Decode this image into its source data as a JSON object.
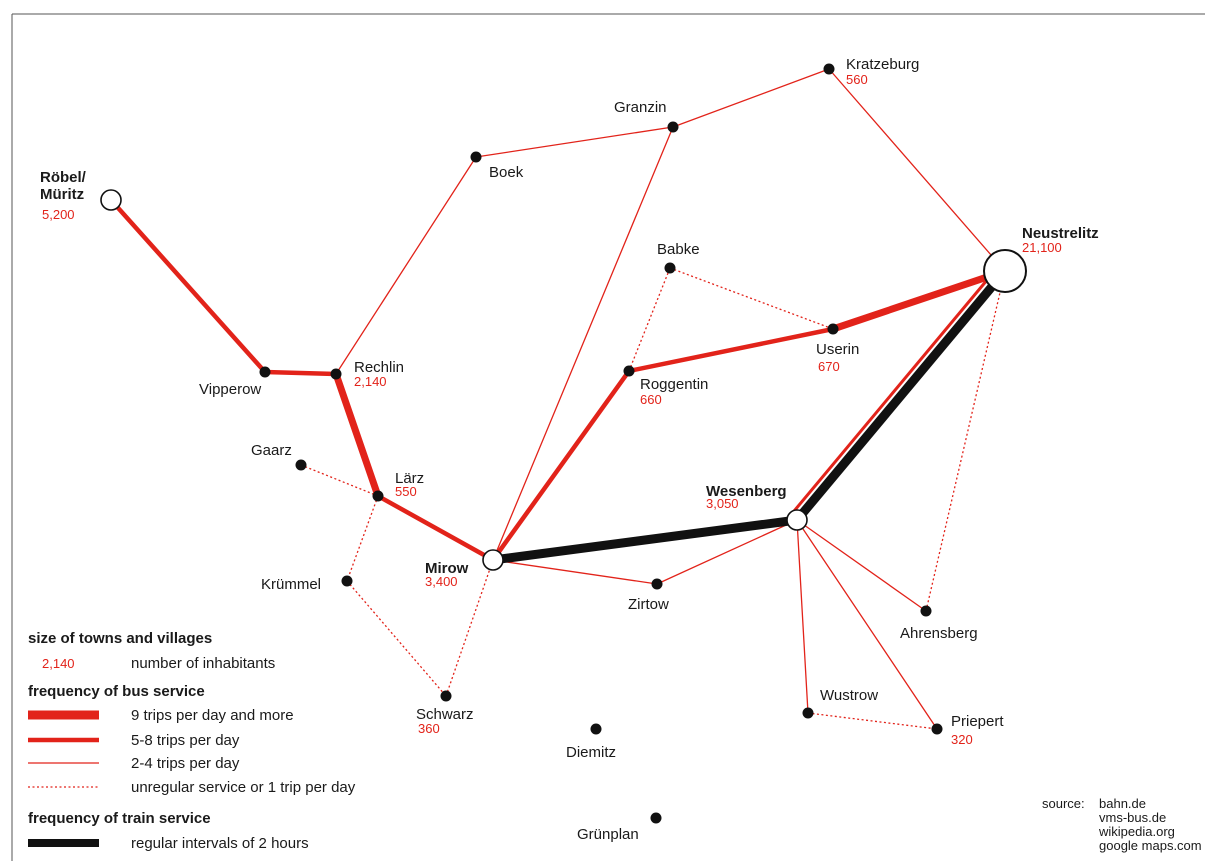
{
  "colors": {
    "bus": "#e2231a",
    "train": "#111111",
    "dot": "#111111",
    "frame": "#555555"
  },
  "places": [
    {
      "id": "robel",
      "name": "Röbel/\nMüritz",
      "pop": "5,200",
      "size": "town",
      "bold": true
    },
    {
      "id": "kratzeburg",
      "name": "Kratzeburg",
      "pop": "560",
      "size": "village",
      "bold": false
    },
    {
      "id": "granzin",
      "name": "Granzin",
      "pop": "",
      "size": "village",
      "bold": false
    },
    {
      "id": "boek",
      "name": "Boek",
      "pop": "",
      "size": "village",
      "bold": false
    },
    {
      "id": "babke",
      "name": "Babke",
      "pop": "",
      "size": "village",
      "bold": false
    },
    {
      "id": "neustrelitz",
      "name": "Neustrelitz",
      "pop": "21,100",
      "size": "city",
      "bold": true
    },
    {
      "id": "userin",
      "name": "Userin",
      "pop": "670",
      "size": "village",
      "bold": false
    },
    {
      "id": "roggentin",
      "name": "Roggentin",
      "pop": "660",
      "size": "village",
      "bold": false
    },
    {
      "id": "vipperow",
      "name": "Vipperow",
      "pop": "",
      "size": "village",
      "bold": false
    },
    {
      "id": "rechlin",
      "name": "Rechlin",
      "pop": "2,140",
      "size": "village",
      "bold": false
    },
    {
      "id": "gaarz",
      "name": "Gaarz",
      "pop": "",
      "size": "village",
      "bold": false
    },
    {
      "id": "larz",
      "name": "Lärz",
      "pop": "550",
      "size": "village",
      "bold": false
    },
    {
      "id": "wesenberg",
      "name": "Wesenberg",
      "pop": "3,050",
      "size": "town",
      "bold": true
    },
    {
      "id": "mirow",
      "name": "Mirow",
      "pop": "3,400",
      "size": "town",
      "bold": true
    },
    {
      "id": "krummel",
      "name": "Krümmel",
      "pop": "",
      "size": "village",
      "bold": false
    },
    {
      "id": "zirtow",
      "name": "Zirtow",
      "pop": "",
      "size": "village",
      "bold": false
    },
    {
      "id": "ahrensberg",
      "name": "Ahrensberg",
      "pop": "",
      "size": "village",
      "bold": false
    },
    {
      "id": "wustrow",
      "name": "Wustrow",
      "pop": "",
      "size": "village",
      "bold": false
    },
    {
      "id": "priepert",
      "name": "Priepert",
      "pop": "320",
      "size": "village",
      "bold": false
    },
    {
      "id": "schwarz",
      "name": "Schwarz",
      "pop": "360",
      "size": "village",
      "bold": false
    },
    {
      "id": "diemitz",
      "name": "Diemitz",
      "pop": "",
      "size": "village",
      "bold": false
    },
    {
      "id": "grunplan",
      "name": "Grünplan",
      "pop": "",
      "size": "village",
      "bold": false
    }
  ],
  "connections": [
    {
      "from": "robel",
      "to": "vipperow",
      "type": "bus-5-8"
    },
    {
      "from": "vipperow",
      "to": "rechlin",
      "type": "bus-5-8"
    },
    {
      "from": "rechlin",
      "to": "larz",
      "type": "bus-9plus"
    },
    {
      "from": "larz",
      "to": "mirow",
      "type": "bus-5-8"
    },
    {
      "from": "rechlin",
      "to": "boek",
      "type": "bus-2-4"
    },
    {
      "from": "boek",
      "to": "granzin",
      "type": "bus-2-4"
    },
    {
      "from": "granzin",
      "to": "kratzeburg",
      "type": "bus-2-4"
    },
    {
      "from": "kratzeburg",
      "to": "neustrelitz",
      "type": "bus-2-4"
    },
    {
      "from": "granzin",
      "to": "mirow",
      "type": "bus-2-4"
    },
    {
      "from": "mirow",
      "to": "roggentin",
      "type": "bus-5-8"
    },
    {
      "from": "roggentin",
      "to": "userin",
      "type": "bus-5-8"
    },
    {
      "from": "userin",
      "to": "neustrelitz",
      "type": "bus-9plus"
    },
    {
      "from": "roggentin",
      "to": "babke",
      "type": "bus-irregular"
    },
    {
      "from": "babke",
      "to": "userin",
      "type": "bus-irregular"
    },
    {
      "from": "mirow",
      "to": "wesenberg",
      "type": "train"
    },
    {
      "from": "wesenberg",
      "to": "neustrelitz",
      "type": "train"
    },
    {
      "from": "wesenberg",
      "to": "neustrelitz",
      "type": "bus-5-8-parallel"
    },
    {
      "from": "mirow",
      "to": "zirtow",
      "type": "bus-2-4"
    },
    {
      "from": "zirtow",
      "to": "wesenberg",
      "type": "bus-2-4"
    },
    {
      "from": "wesenberg",
      "to": "ahrensberg",
      "type": "bus-2-4"
    },
    {
      "from": "wesenberg",
      "to": "wustrow",
      "type": "bus-2-4"
    },
    {
      "from": "wesenberg",
      "to": "priepert",
      "type": "bus-2-4"
    },
    {
      "from": "wustrow",
      "to": "priepert",
      "type": "bus-irregular"
    },
    {
      "from": "ahrensberg",
      "to": "neustrelitz",
      "type": "bus-irregular"
    },
    {
      "from": "gaarz",
      "to": "larz",
      "type": "bus-irregular"
    },
    {
      "from": "larz",
      "to": "krummel",
      "type": "bus-irregular"
    },
    {
      "from": "krummel",
      "to": "schwarz",
      "type": "bus-irregular"
    },
    {
      "from": "schwarz",
      "to": "mirow",
      "type": "bus-irregular"
    }
  ],
  "legend": {
    "size_heading": "size of towns and villages",
    "size_sample_pop": "2,140",
    "size_label": "number of inhabitants",
    "bus_heading": "frequency of bus service",
    "bus_items": [
      {
        "type": "bus-9plus",
        "label": "9 trips per day and more"
      },
      {
        "type": "bus-5-8",
        "label": "5-8 trips per day"
      },
      {
        "type": "bus-2-4",
        "label": "2-4 trips per day"
      },
      {
        "type": "bus-irregular",
        "label": "unregular service or 1 trip per day"
      }
    ],
    "train_heading": "frequency of train service",
    "train_items": [
      {
        "type": "train",
        "label": "regular intervals of 2 hours"
      }
    ]
  },
  "source": {
    "label": "source:",
    "items": [
      "bahn.de",
      "vms-bus.de",
      "wikipedia.org",
      "google maps.com"
    ]
  }
}
